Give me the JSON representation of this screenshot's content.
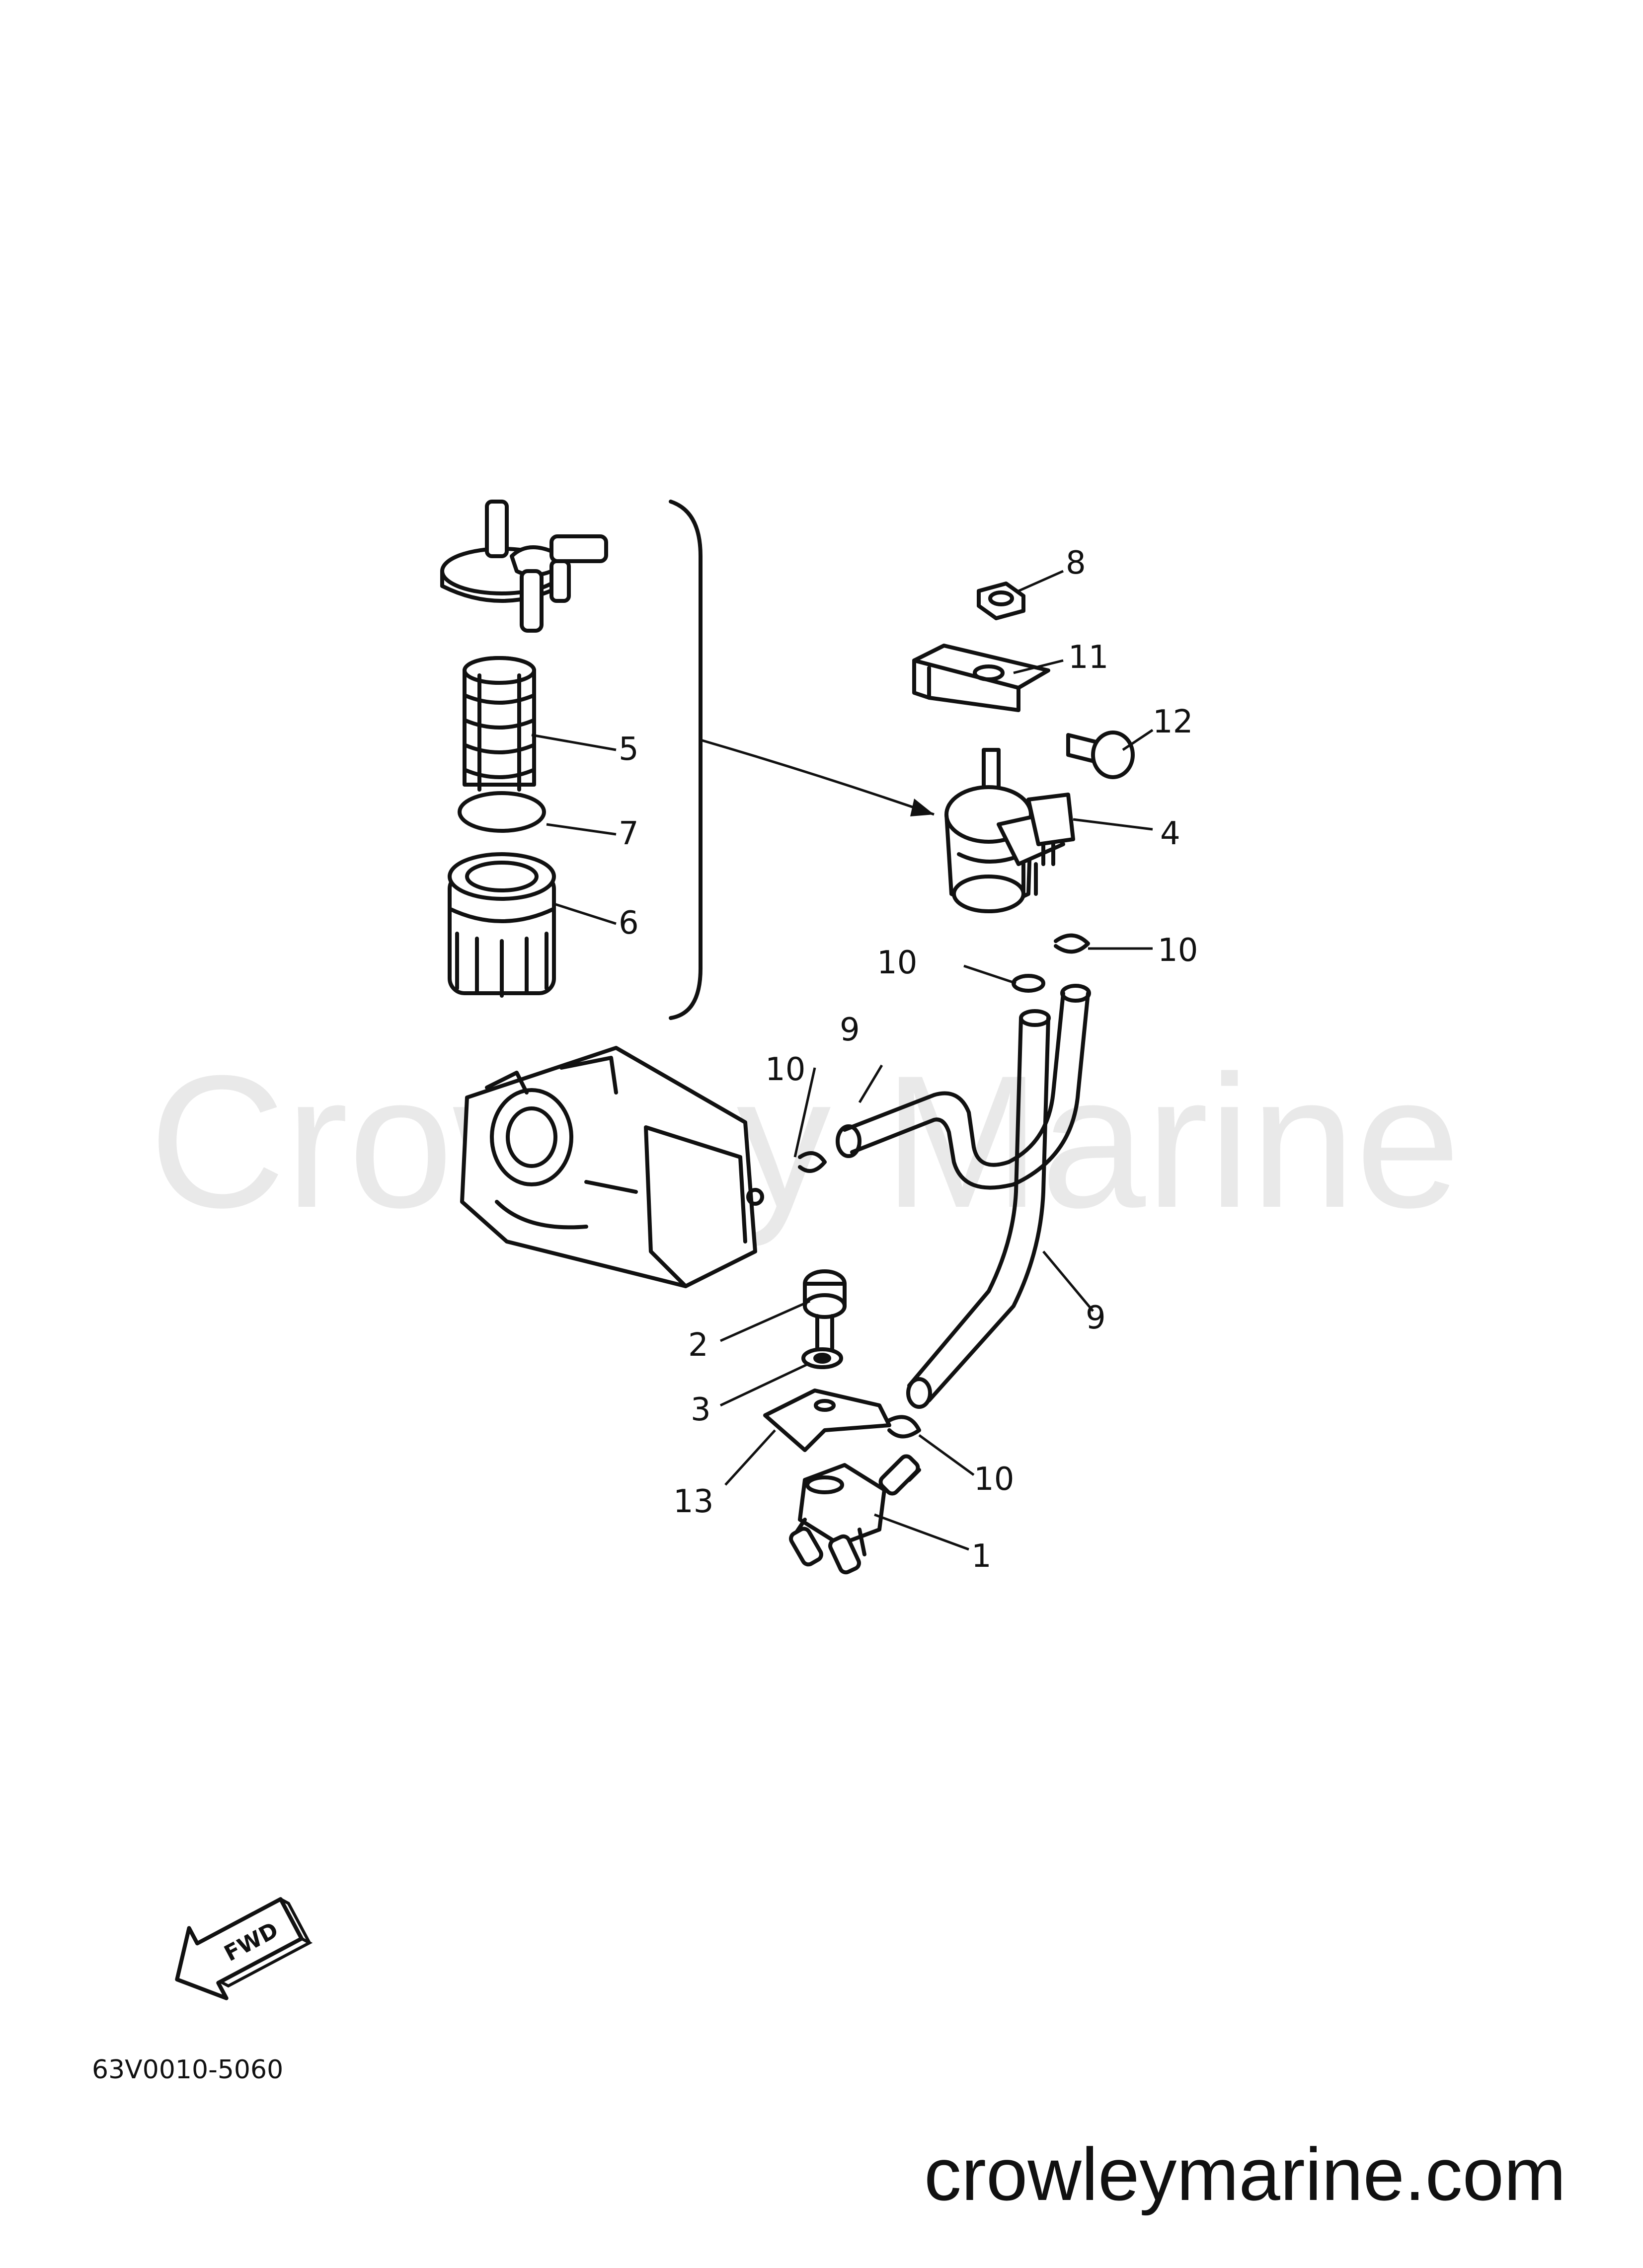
{
  "watermark": "Crowley Marine",
  "part_code": "63V0010-5060",
  "website": "crowleymarine.com",
  "fwd_label": "FWD",
  "callouts": {
    "c1": "1",
    "c2": "2",
    "c3": "3",
    "c4": "4",
    "c5": "5",
    "c6": "6",
    "c7": "7",
    "c8": "8",
    "c9a": "9",
    "c9b": "9",
    "c10a": "10",
    "c10b": "10",
    "c10c": "10",
    "c10d": "10",
    "c11": "11",
    "c12": "12",
    "c13": "13"
  },
  "icons": [
    "fwd-arrow-icon"
  ]
}
